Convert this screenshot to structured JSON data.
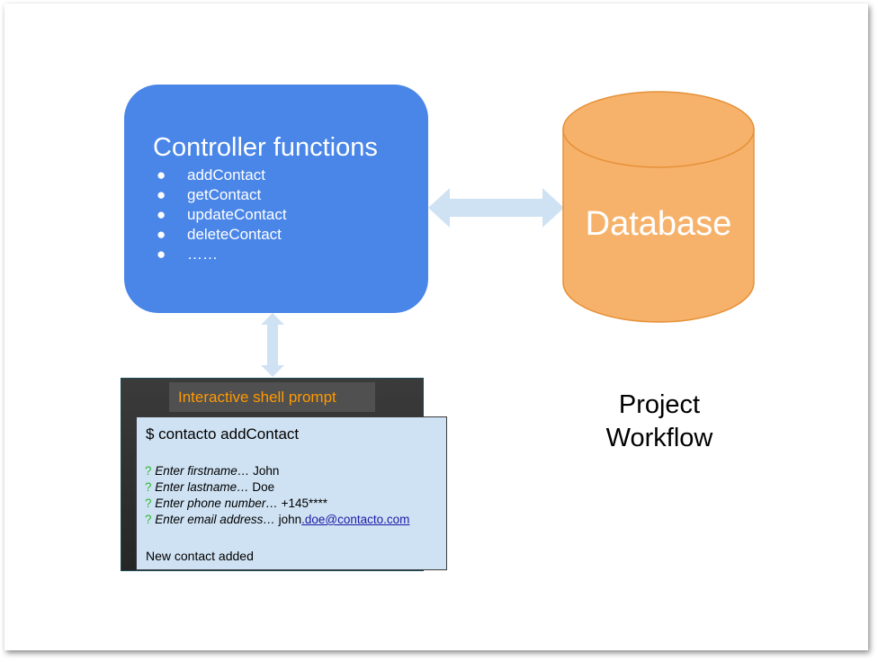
{
  "controller": {
    "title": "Controller functions",
    "items": [
      {
        "bullet": "●",
        "label": "addContact"
      },
      {
        "bullet": "●",
        "label": "getContact"
      },
      {
        "bullet": "●",
        "label": "updateContact"
      },
      {
        "bullet": "●",
        "label": "deleteContact"
      },
      {
        "bullet": "●",
        "label": "……"
      }
    ]
  },
  "database": {
    "label": "Database"
  },
  "terminal": {
    "tab_label": "Interactive shell prompt",
    "command": "$ contacto addContact",
    "prompts": [
      {
        "mark": "?",
        "label": "Enter firstname…",
        "value": "John",
        "value_link": ""
      },
      {
        "mark": "?",
        "label": "Enter lastname…",
        "value": "Doe",
        "value_link": ""
      },
      {
        "mark": "?",
        "label": "Enter phone number…",
        "value": "+145****",
        "value_link": ""
      },
      {
        "mark": "?",
        "label": "Enter email address…",
        "value": "john",
        "value_link": ".doe@contacto.com"
      }
    ],
    "result": "New contact added"
  },
  "caption": {
    "line1": "Project",
    "line2": "Workflow"
  },
  "colors": {
    "controller_fill": "#4a86e8",
    "database_fill": "#f6b26b",
    "database_stroke": "#e69138",
    "arrow_fill": "#cfe2f3",
    "tab_text": "#ff9900",
    "prompt_mark": "#2eb82e"
  }
}
